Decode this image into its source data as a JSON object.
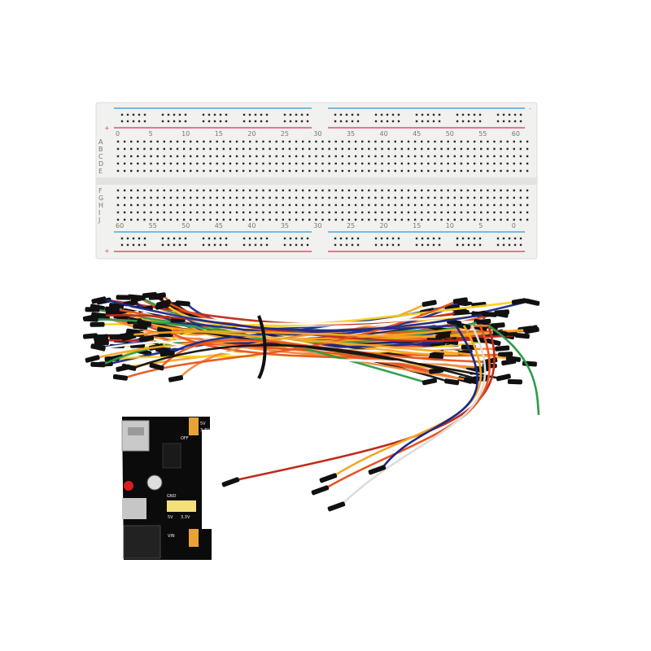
{
  "breadboard": {
    "column_numbers_top": [
      "0",
      "5",
      "10",
      "15",
      "20",
      "25",
      "30",
      "35",
      "40",
      "45",
      "50",
      "55",
      "60"
    ],
    "column_numbers_bottom": [
      "60",
      "55",
      "50",
      "45",
      "40",
      "35",
      "30",
      "25",
      "20",
      "15",
      "10",
      "5",
      "0"
    ],
    "rows_top_left": [
      "A",
      "B",
      "C",
      "D",
      "E"
    ],
    "rows_bottom_left": [
      "F",
      "G",
      "H",
      "I",
      "J"
    ],
    "rail_plus": "+",
    "rail_minus": "-",
    "colors": {
      "body": "#f1f1ef",
      "hole": "#2a2a2a",
      "blue_line": "#4aa8e0",
      "red_line": "#e0506a"
    }
  },
  "jumper_wires": {
    "colors": [
      "#e8541e",
      "#f5a623",
      "#ffffff",
      "#1c2a8a",
      "#111111",
      "#f7d11e",
      "#2e9b4a",
      "#c22a1c",
      "#f08a3c",
      "#ffffff",
      "#1c2a8a",
      "#e8541e",
      "#f5a623"
    ]
  },
  "power_module": {
    "labels": [
      "5V",
      "3.3V",
      "OFF",
      "GND",
      "5V",
      "3.3V",
      "VIN"
    ],
    "colors": {
      "pcb": "#0b0b0b",
      "jumper": "#f3e07a",
      "led": "#d81e1e"
    }
  }
}
